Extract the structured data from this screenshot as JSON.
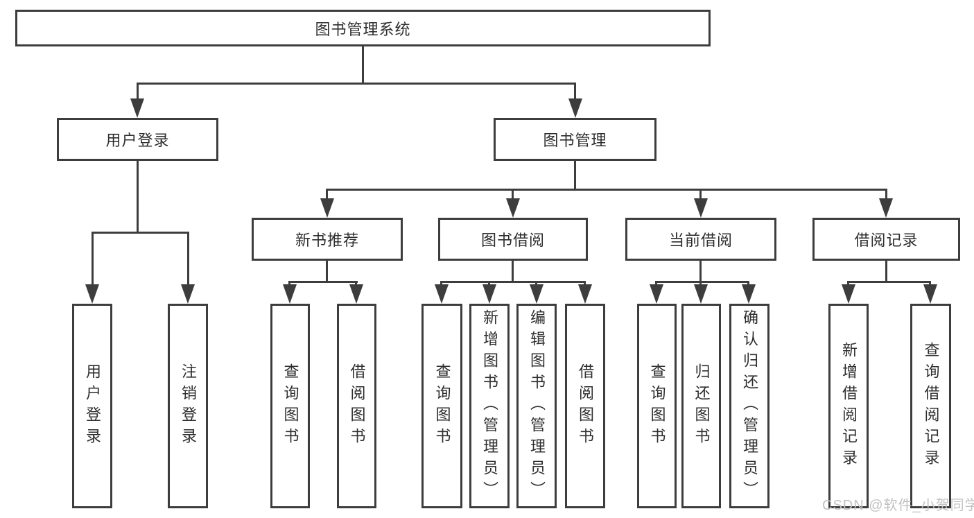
{
  "title": "图书管理系统",
  "nodes": {
    "user_login": "用户登录",
    "book_mgmt": "图书管理",
    "new_book": "新书推荐",
    "book_borrow": "图书借阅",
    "current_borrow": "当前借阅",
    "borrow_record": "借阅记录"
  },
  "leaves": {
    "user_login": [
      "用户登录",
      "注销登录"
    ],
    "new_book": [
      "查询图书",
      "借阅图书"
    ],
    "book_borrow": [
      "查询图书",
      "新增图书（管理员）",
      "编辑图书（管理员）",
      "借阅图书"
    ],
    "current_borrow": [
      "查询图书",
      "归还图书",
      "确认归还（管理员）"
    ],
    "borrow_record": [
      "新增借阅记录",
      "查询借阅记录"
    ]
  },
  "watermark": "CSDN @软件_小贺同学",
  "colors": {
    "stroke": "#3d3d3d",
    "text": "#2e2e2e",
    "watermark": "#c2c2c2",
    "background": "#ffffff"
  }
}
